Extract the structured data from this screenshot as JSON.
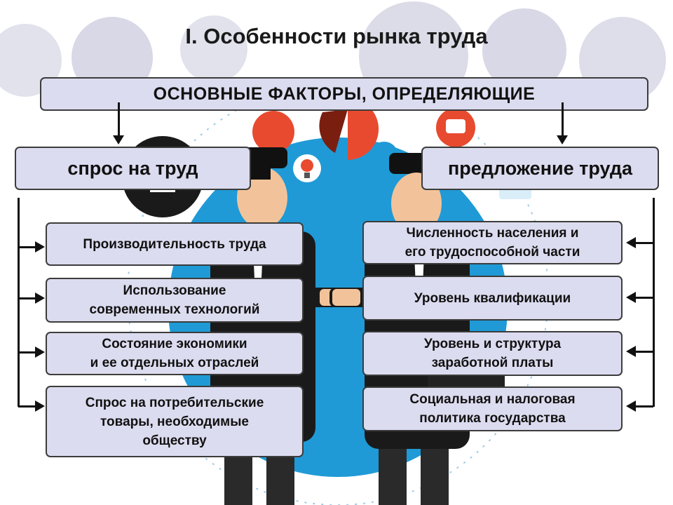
{
  "title": "I. Особенности рынка труда",
  "factors_label": "ОСНОВНЫЕ ФАКТОРЫ, ОПРЕДЕЛЯЮЩИЕ",
  "demand": {
    "heading": "спрос на труд",
    "items": [
      [
        "Производительность труда"
      ],
      [
        "Использование",
        "современных технологий"
      ],
      [
        "Состояние экономики",
        "и ее отдельных отраслей"
      ],
      [
        "Спрос на потребительские",
        "товары, необходимые",
        "обществу"
      ]
    ]
  },
  "supply": {
    "heading": "предложение труда",
    "items": [
      [
        "Численность населения и",
        "его трудоспособной части"
      ],
      [
        "Уровень квалификации"
      ],
      [
        "Уровень и структура",
        "заработной платы"
      ],
      [
        "Социальная и налоговая",
        "политика государства"
      ]
    ]
  },
  "colors": {
    "box_fill": "#dcdcf0",
    "box_border": "#3c3c3c",
    "illustration_blue": "#1f9ad6",
    "accent_red": "#e84a30"
  },
  "illustration": {
    "subject": "two-businessmen-handshake",
    "icons": [
      "document-icon",
      "pie-chart-icon",
      "lightbulb-icon",
      "chat-bubble-icon",
      "donut-chart-icon"
    ]
  }
}
